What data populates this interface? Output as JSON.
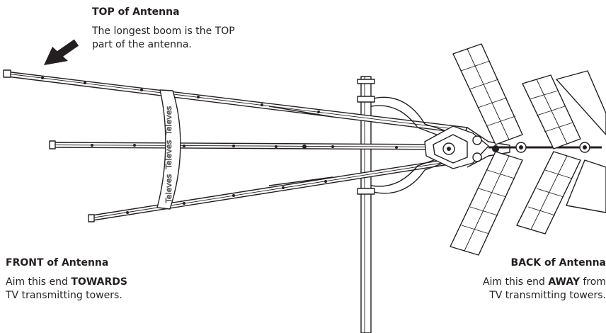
{
  "captions": {
    "top": {
      "title": "TOP of Antenna",
      "line1": "The longest boom is the TOP",
      "line2": "part of the antenna."
    },
    "front": {
      "title": "FRONT of Antenna",
      "line1_pre": "Aim this end ",
      "line1_bold": "TOWARDS",
      "line2": "TV transmitting towers."
    },
    "back": {
      "title": "BACK of Antenna",
      "line1_pre": "Aim this end ",
      "line1_bold": "AWAY",
      "line1_post": " from",
      "line2": "TV transmitting towers."
    }
  },
  "brand": {
    "name": "Televes",
    "repeats": 3
  },
  "colors": {
    "ink": "#231f20",
    "background": "#ffffff",
    "arrow": "#231f20"
  }
}
